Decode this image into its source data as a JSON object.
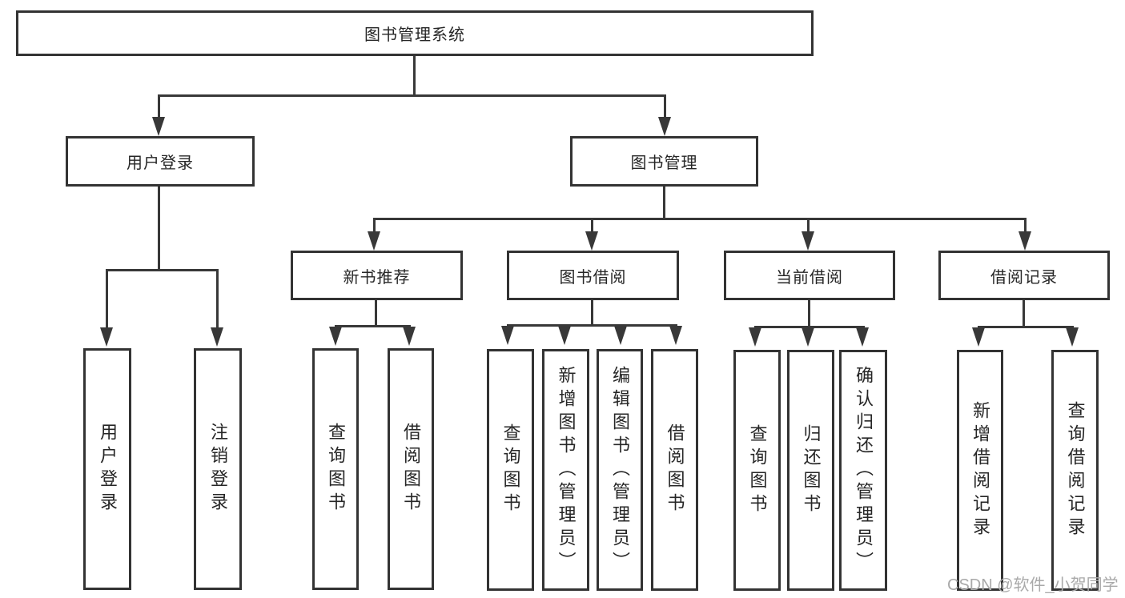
{
  "tree": {
    "label": "图书管理系统",
    "children": [
      {
        "label": "用户登录",
        "children": [
          {
            "label": "用户登录"
          },
          {
            "label": "注销登录"
          }
        ]
      },
      {
        "label": "图书管理",
        "children": [
          {
            "label": "新书推荐",
            "children": [
              {
                "label": "查询图书"
              },
              {
                "label": "借阅图书"
              }
            ]
          },
          {
            "label": "图书借阅",
            "children": [
              {
                "label": "查询图书"
              },
              {
                "label": "新增图书（管理员）"
              },
              {
                "label": "编辑图书（管理员）"
              },
              {
                "label": "借阅图书"
              }
            ]
          },
          {
            "label": "当前借阅",
            "children": [
              {
                "label": "查询图书"
              },
              {
                "label": "归还图书"
              },
              {
                "label": "确认归还（管理员）"
              }
            ]
          },
          {
            "label": "借阅记录",
            "children": [
              {
                "label": "新增借阅记录"
              },
              {
                "label": "查询借阅记录"
              }
            ]
          }
        ]
      }
    ]
  },
  "watermark": {
    "text": "CSDN @软件_小贺同学"
  },
  "colors": {
    "line": "#383838",
    "box_border": "#333333",
    "text": "#262626",
    "watermark": "#a9a9a9",
    "background": "#ffffff"
  }
}
